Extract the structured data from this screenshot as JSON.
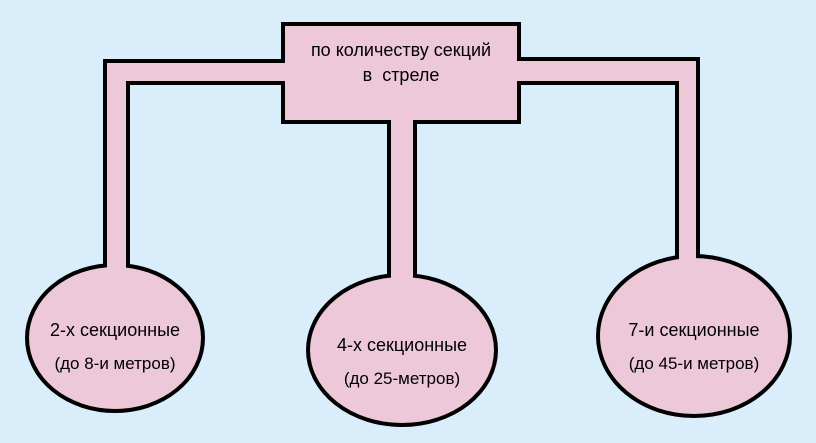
{
  "colors": {
    "background": "#daedfb",
    "node_fill": "#ecc8d8",
    "outline": "#000000",
    "text": "#000000"
  },
  "diagram": {
    "type": "tree",
    "root": {
      "line1": "по количеству секций",
      "line2": "в  стреле"
    },
    "children": [
      {
        "line1": "2-х секционные",
        "line2": "(до 8-и метров)"
      },
      {
        "line1": "4-х секционные",
        "line2": "(до 25-метров)"
      },
      {
        "line1": "7-и секционные",
        "line2": "(до 45-и метров)"
      }
    ]
  }
}
